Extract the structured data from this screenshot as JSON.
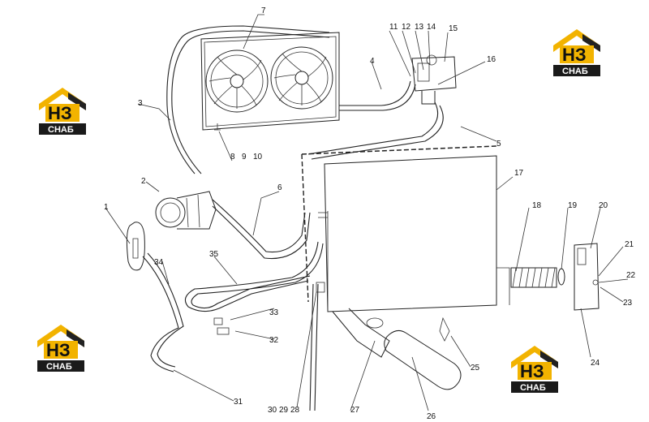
{
  "logo": {
    "mark": "НЗ",
    "word": "СНАБ",
    "colors": {
      "roof": "#f2b300",
      "roof_dark": "#222222",
      "plate": "#1a1a1a",
      "mark_bg": "#f2b300"
    }
  },
  "callouts": {
    "c1": "1",
    "c2": "2",
    "c3": "3",
    "c4": "4",
    "c5": "5",
    "c6": "6",
    "c7": "7",
    "c8": "8",
    "c9": "9",
    "c10": "10",
    "c11": "11",
    "c12": "12",
    "c13": "13",
    "c14": "14",
    "c15": "15",
    "c16": "16",
    "c17": "17",
    "c18": "18",
    "c19": "19",
    "c20": "20",
    "c21": "21",
    "c22": "22",
    "c23": "23",
    "c24": "24",
    "c25": "25",
    "c26": "26",
    "c27": "27",
    "c28": "28",
    "c29": "29",
    "c30": "30",
    "c31": "31",
    "c32": "32",
    "c33": "33",
    "c34": "34",
    "c35": "35"
  }
}
